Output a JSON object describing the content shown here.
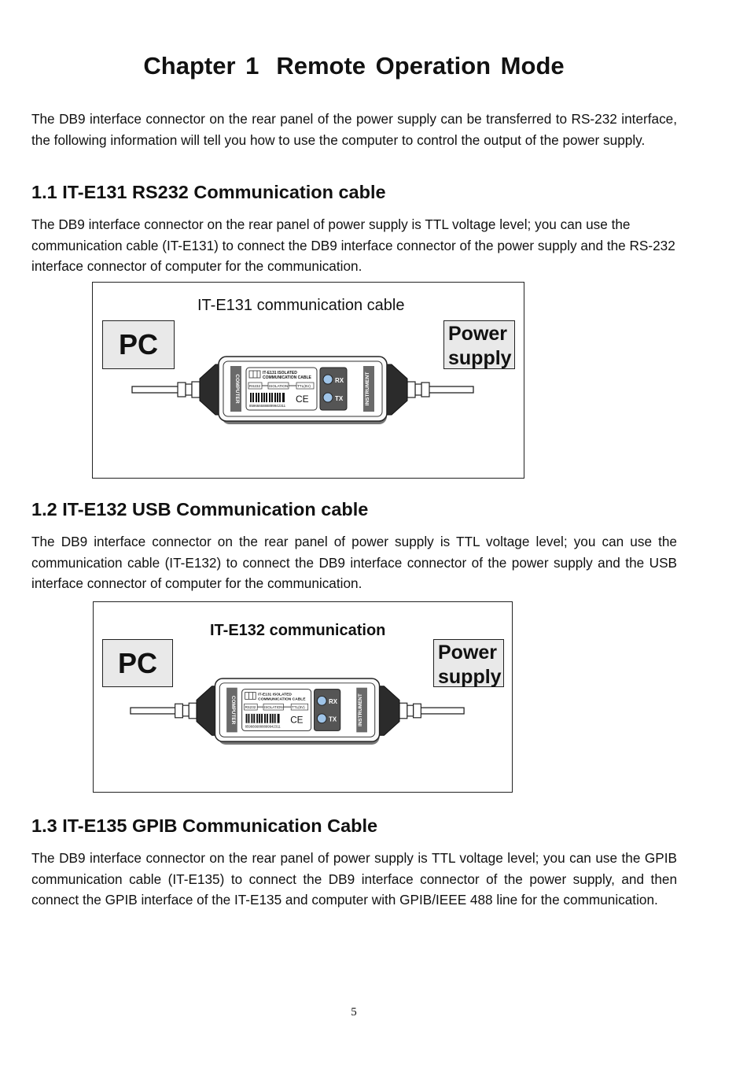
{
  "chapter": {
    "number": "Chapter 1",
    "title": "Remote Operation Mode"
  },
  "intro": "The DB9 interface connector on the rear panel of the power supply can be transferred to RS-232 interface, the following information will tell you how to use the computer to control the output of the power supply.",
  "sections": [
    {
      "heading": "1.1 IT-E131 RS232 Communication cable",
      "body": "The DB9 interface connector on the rear panel of power supply is TTL voltage level; you can use the communication cable (IT-E131) to connect the DB9 interface connector of the power supply and the RS-232 interface connector of computer for the communication.",
      "figure": {
        "title": "IT-E131 communication cable",
        "pc_label": "PC",
        "ps_line1": "Power",
        "ps_line2": "supply"
      }
    },
    {
      "heading": "1.2 IT-E132 USB Communication cable",
      "body": "The DB9 interface connector on the rear panel of power supply is TTL voltage level; you can use the communication cable (IT-E132) to connect the DB9 interface connector of the power supply and the USB interface connector of computer for the communication.",
      "figure": {
        "title": "IT-E132 communication",
        "pc_label": "PC",
        "ps_line1": "Power",
        "ps_line2": "supply"
      }
    },
    {
      "heading": "1.3 IT-E135 GPIB Communication Cable",
      "body": "The DB9 interface connector on the rear panel of power supply is TTL voltage level; you can use the GPIB communication cable (IT-E135) to connect the DB9 interface connector of the power supply, and then connect the GPIB interface of the IT-E135 and computer with GPIB/IEEE 488 line for the communication."
    }
  ],
  "cable_device": {
    "left_label": "COMPUTER",
    "right_label": "INSTRUMENT",
    "model_line": "IT-E131  ISOLATED",
    "desc_line": "COMMUNICATION CABLE",
    "port_a": "RS232",
    "port_mid": "ISOLATION",
    "port_b": "TTL(5V)",
    "barcode_number": "8596666888899942311",
    "ce_mark": "CE",
    "led_rx": "RX",
    "led_tx": "TX"
  },
  "page_number": "5"
}
